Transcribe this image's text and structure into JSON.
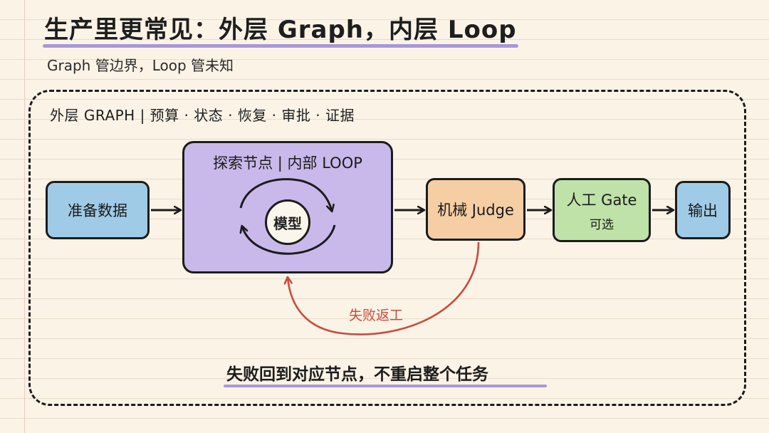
{
  "header": {
    "title": "生产里更常见：外层 Graph，内层 Loop",
    "subtitle": "Graph 管边界，Loop 管未知"
  },
  "outer": {
    "label": "外层 GRAPH | 预算 · 状态 · 恢复 · 审批 · 证据"
  },
  "nodes": {
    "prepare": "准备数据",
    "explore": "探索节点 | 内部 LOOP",
    "model": "模型",
    "judge": "机械 Judge",
    "gate": "人工 Gate",
    "gate_sub": "可选",
    "output": "输出"
  },
  "edges": {
    "rework": "失败返工"
  },
  "footer": {
    "note": "失败回到对应节点，不重启整个任务"
  },
  "colors": {
    "prepare": "#9fcbe6",
    "explore": "#c9b9ea",
    "judge": "#f6cea4",
    "gate": "#bfe2a8",
    "output": "#9fcbe6",
    "rework_arrow": "#c94b3c",
    "underline": "#9a86d6"
  }
}
